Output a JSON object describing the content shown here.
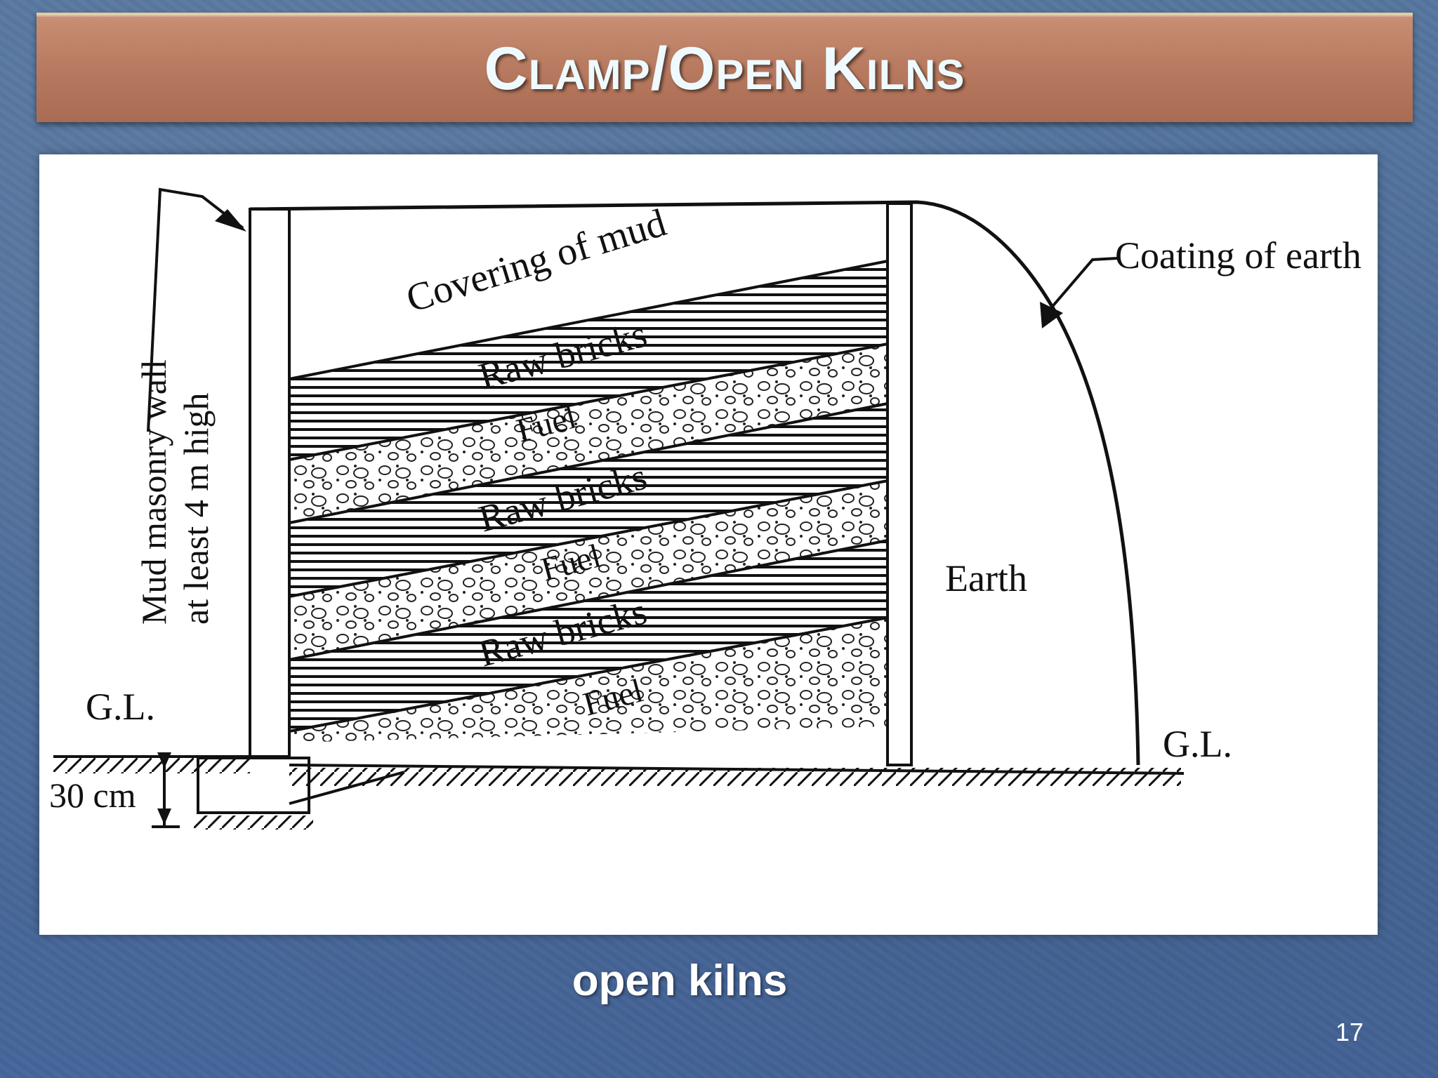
{
  "slide": {
    "title": "Clamp/Open Kilns",
    "caption": "open kilns",
    "page_number": "17"
  },
  "diagram": {
    "wall_label_line1": "Mud masonry wall",
    "wall_label_line2": "at least 4 m high",
    "covering_label": "Covering of mud",
    "coating_label": "Coating of earth",
    "earth_label": "Earth",
    "layers": [
      {
        "label": "Raw bricks"
      },
      {
        "label": "Fuel"
      },
      {
        "label": "Raw bricks"
      },
      {
        "label": "Fuel"
      },
      {
        "label": "Raw bricks"
      },
      {
        "label": "Fuel"
      }
    ],
    "gl_left": "G.L.",
    "gl_right": "G.L.",
    "depth_label": "30 cm"
  }
}
